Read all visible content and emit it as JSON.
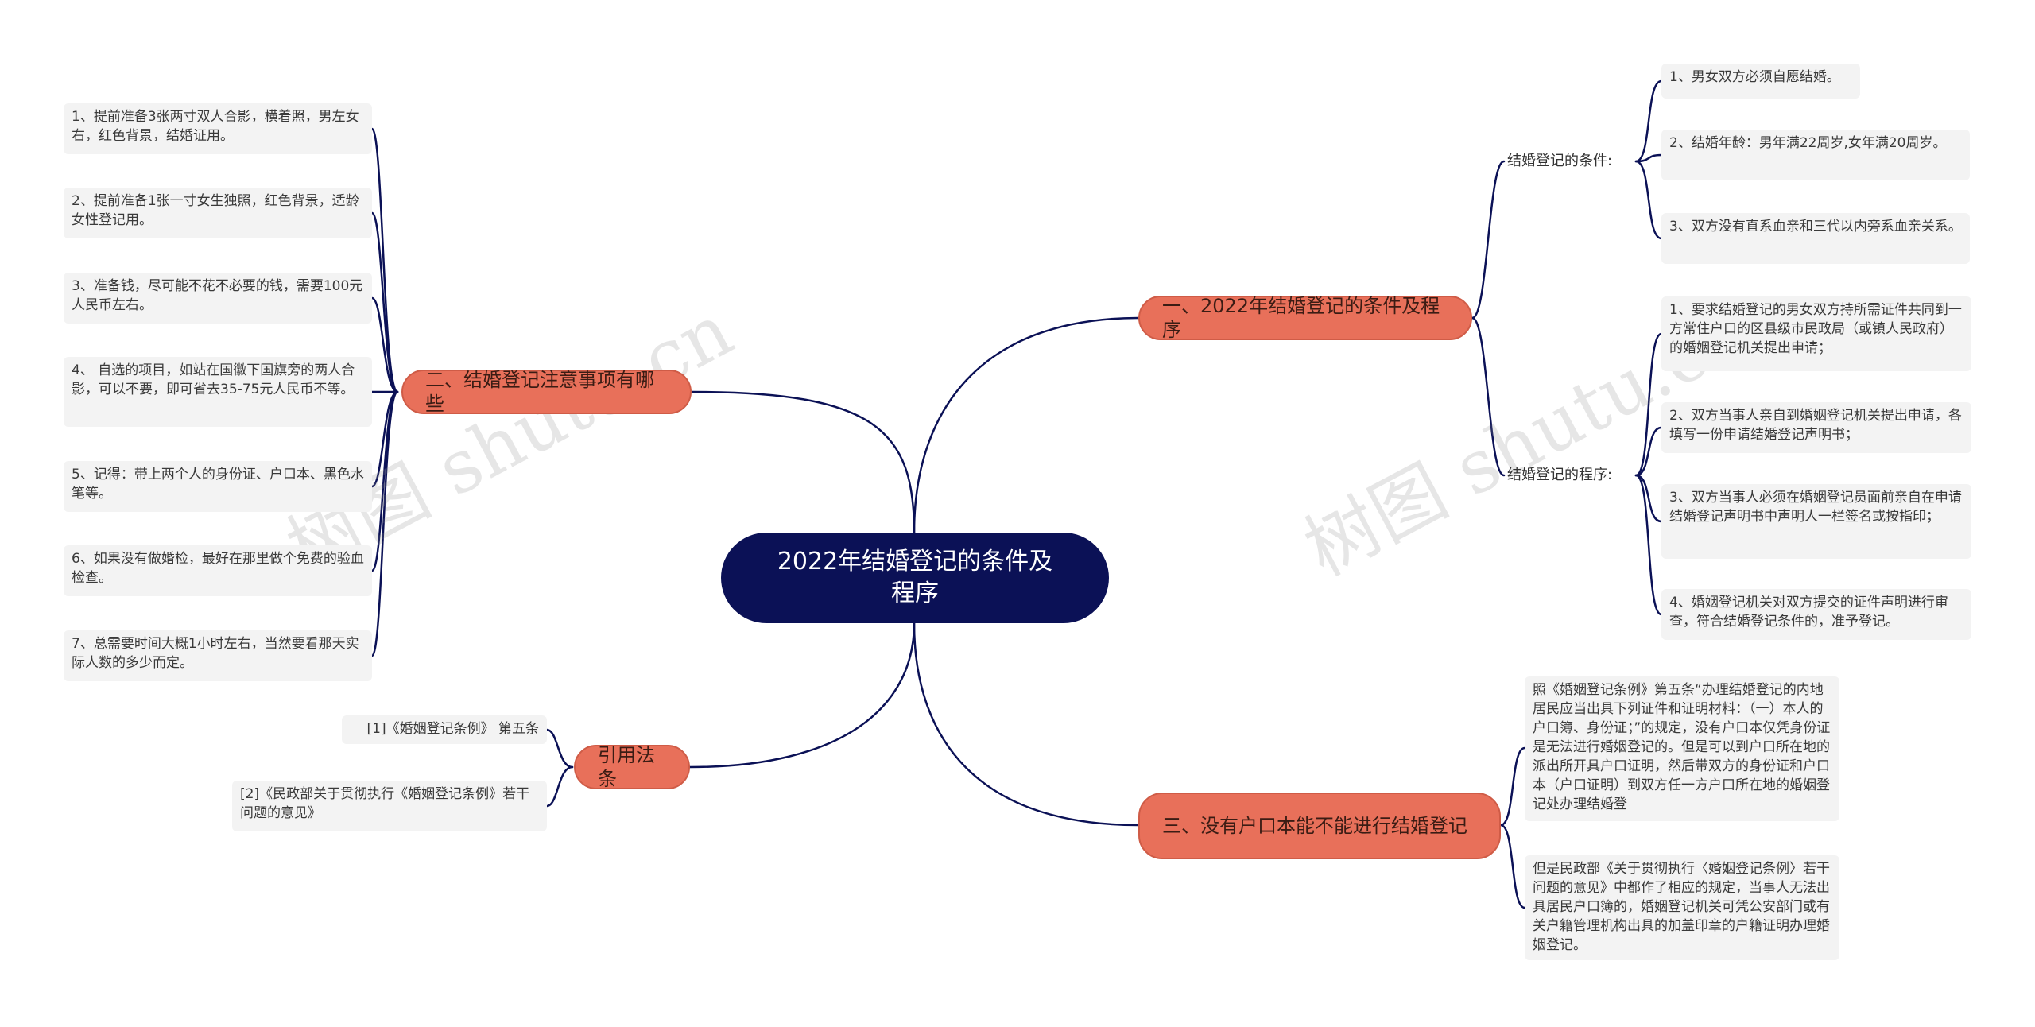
{
  "root": {
    "title": "2022年结婚登记的条件及程序"
  },
  "branches": {
    "b1": {
      "label": "一、2022年结婚登记的条件及程序"
    },
    "b2": {
      "label": "二、结婚登记注意事项有哪些"
    },
    "b3": {
      "label": "三、没有户口本能不能进行结婚登记"
    },
    "b4": {
      "label": "引用法条"
    }
  },
  "sub": {
    "cond": {
      "label": "结婚登记的条件:"
    },
    "proc": {
      "label": "结婚登记的程序:"
    }
  },
  "leaves": {
    "cond": [
      "1、男女双方必须自愿结婚。",
      "2、结婚年龄：男年满22周岁,女年满20周岁。",
      "3、双方没有直系血亲和三代以内旁系血亲关系。"
    ],
    "proc": [
      "1、要求结婚登记的男女双方持所需证件共同到一方常住户口的区县级市民政局（或镇人民政府）的婚姻登记机关提出申请；",
      "2、双方当事人亲自到婚姻登记机关提出申请，各填写一份申请结婚登记声明书；",
      "3、双方当事人必须在婚姻登记员面前亲自在申请结婚登记声明书中声明人一栏签名或按指印；",
      "4、婚姻登记机关对双方提交的证件声明进行审查，符合结婚登记条件的，准予登记。"
    ],
    "notes": [
      "1、提前准备3张两寸双人合影，横着照，男左女右，红色背景，结婚证用。",
      "2、提前准备1张一寸女生独照，红色背景，适龄女性登记用。",
      "3、准备钱，尽可能不花不必要的钱，需要100元人民币左右。",
      "4、 自选的项目，如站在国徽下国旗旁的两人合影，可以不要，即可省去35-75元人民币不等。",
      "5、记得：带上两个人的身份证、户口本、黑色水笔等。",
      "6、如果没有做婚检，最好在那里做个免费的验血检查。",
      "7、总需要时间大概1小时左右，当然要看那天实际人数的多少而定。"
    ],
    "hukou": [
      "照《婚姻登记条例》第五条“办理结婚登记的内地居民应当出具下列证件和证明材料：（一）本人的户口簿、身份证；”的规定，没有户口本仅凭身份证是无法进行婚姻登记的。但是可以到户口所在地的派出所开具户口证明，然后带双方的身份证和户口本（户口证明）到双方任一方户口所在地的婚姻登记处办理结婚登",
      "但是民政部《关于贯彻执行〈婚姻登记条例〉若干问题的意见》中都作了相应的规定，当事人无法出具居民户口簿的，婚姻登记机关可凭公安部门或有关户籍管理机构出具的加盖印章的户籍证明办理婚姻登记。"
    ],
    "refs": [
      "[1]《婚姻登记条例》 第五条",
      "[2]《民政部关于贯彻执行《婚姻登记条例》若干问题的意见》"
    ]
  },
  "watermarks": [
    "树图 shutu.cn",
    "树图 shutu.cn"
  ],
  "colors": {
    "root": "#0b1156",
    "branch": "#e8705a",
    "line": "#0b1156",
    "leaf": "#f3f3f3"
  }
}
